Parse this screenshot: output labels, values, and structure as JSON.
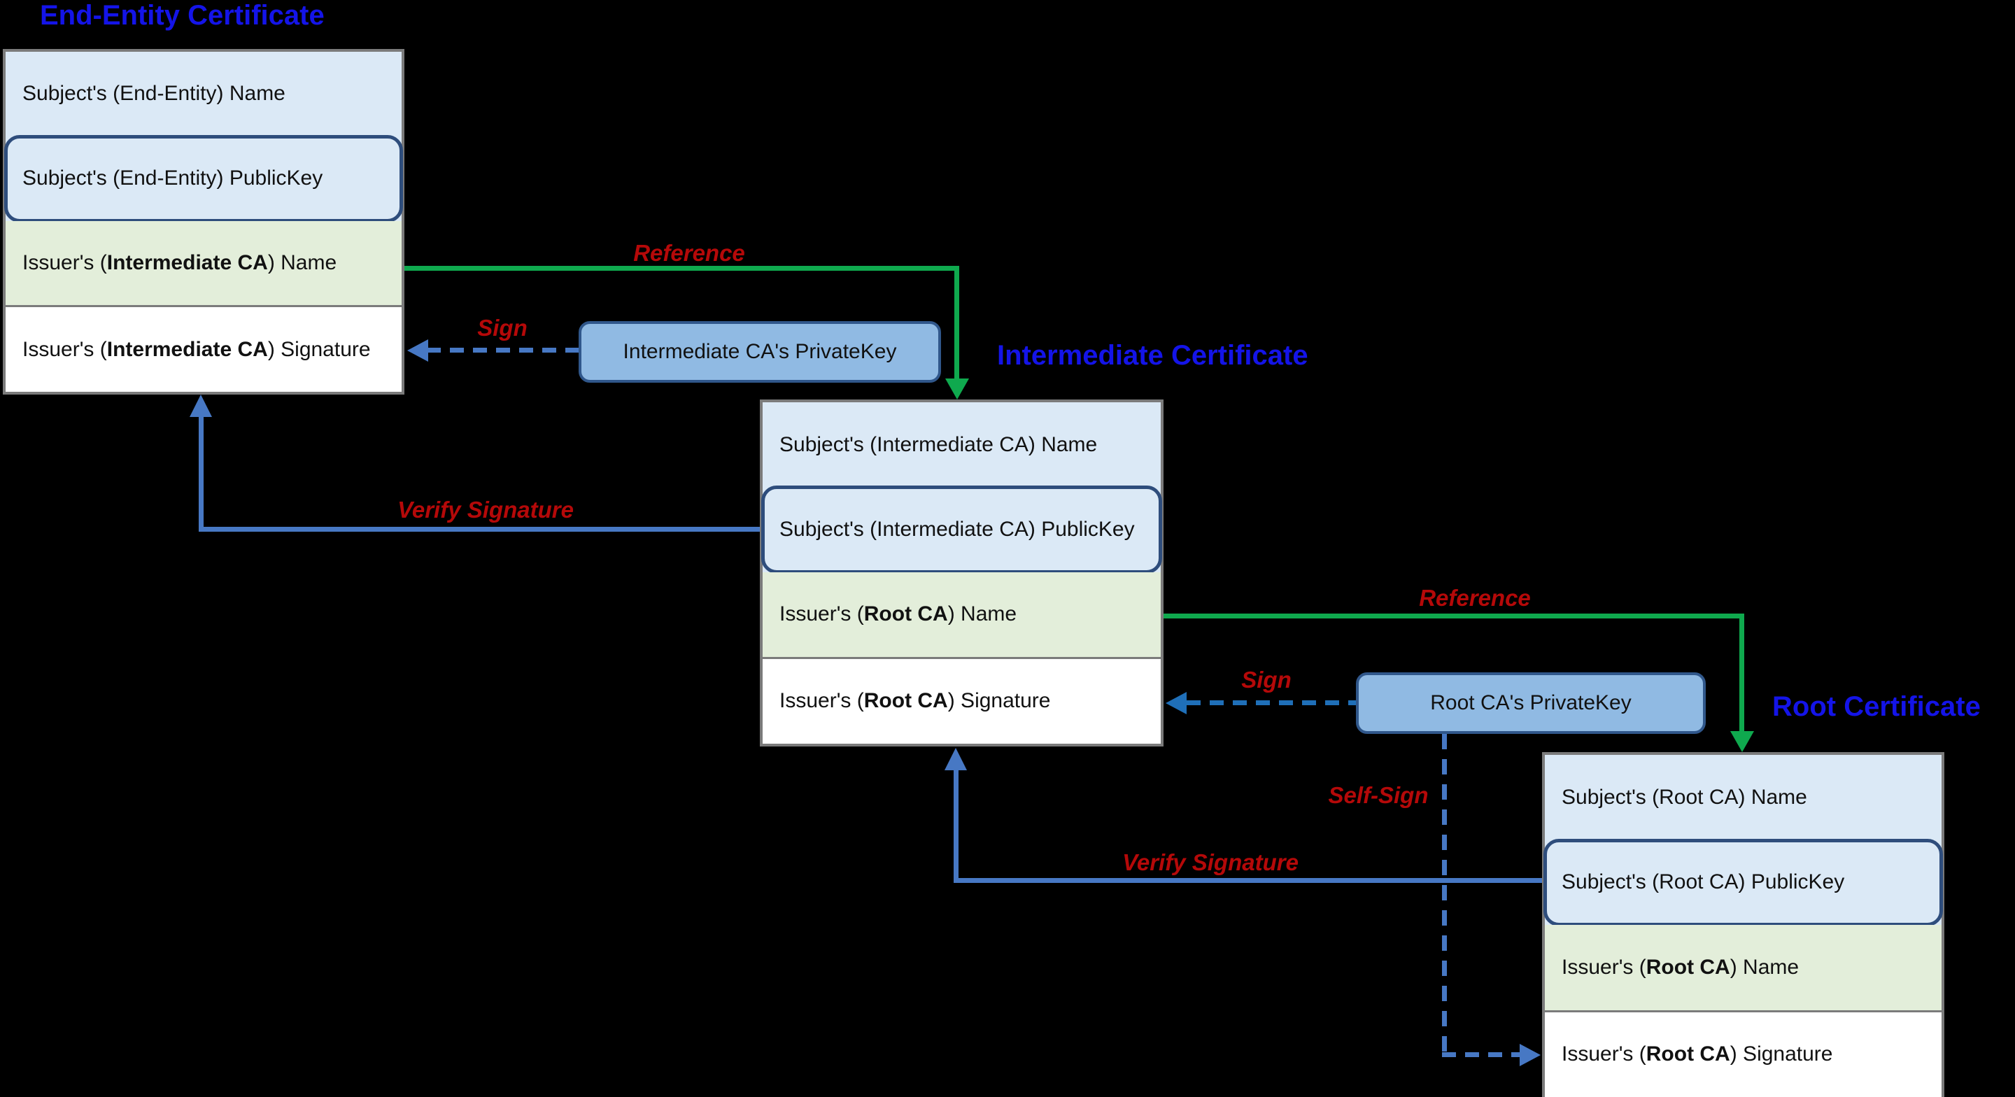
{
  "titles": {
    "end_entity": "End-Entity Certificate",
    "intermediate": "Intermediate Certificate",
    "root": "Root Certificate"
  },
  "certs": [
    {
      "title": "End-Entity Certificate",
      "rows": [
        {
          "pre": "Subject's (End-Entity) Name",
          "bold": "",
          "post": ""
        },
        {
          "pre": "Subject's (End-Entity) PublicKey",
          "bold": "",
          "post": ""
        },
        {
          "pre": "Issuer's (",
          "bold": "Intermediate CA",
          "post": ") Name"
        },
        {
          "pre": "Issuer's (",
          "bold": "Intermediate CA",
          "post": ") Signature"
        }
      ]
    },
    {
      "title": "Intermediate Certificate",
      "rows": [
        {
          "pre": "Subject's (Intermediate CA) Name",
          "bold": "",
          "post": ""
        },
        {
          "pre": "Subject's (Intermediate CA) PublicKey",
          "bold": "",
          "post": ""
        },
        {
          "pre": "Issuer's (",
          "bold": "Root CA",
          "post": ") Name"
        },
        {
          "pre": "Issuer's (",
          "bold": "Root CA",
          "post": ") Signature"
        }
      ]
    },
    {
      "title": "Root Certificate",
      "rows": [
        {
          "pre": "Subject's (Root CA) Name",
          "bold": "",
          "post": ""
        },
        {
          "pre": "Subject's (Root CA) PublicKey",
          "bold": "",
          "post": ""
        },
        {
          "pre": "Issuer's (",
          "bold": "Root CA",
          "post": ") Name"
        },
        {
          "pre": "Issuer's (",
          "bold": "Root CA",
          "post": ") Signature"
        }
      ]
    }
  ],
  "keys": {
    "intermediate": "Intermediate CA's PrivateKey",
    "root": "Root CA's PrivateKey"
  },
  "labels": {
    "reference1": "Reference",
    "sign1": "Sign",
    "verify1": "Verify Signature",
    "reference2": "Reference",
    "sign2": "Sign",
    "verify2": "Verify Signature",
    "self_sign": "Self-Sign"
  },
  "colors": {
    "background": "#000000",
    "title_blue": "#1414e8",
    "label_red": "#b50909",
    "reference_green": "#0fa94e",
    "verify_blue": "#4778c4",
    "sign_blue": "#1f6fb8",
    "row_blue": "#dbe9f6",
    "row_green": "#e3eeda",
    "row_white": "#ffffff",
    "pubkey_border": "#2e4d7c",
    "privatekey_fill": "#90bae3",
    "privatekey_border": "#30578b",
    "box_border_gray": "#7b7b7b"
  }
}
